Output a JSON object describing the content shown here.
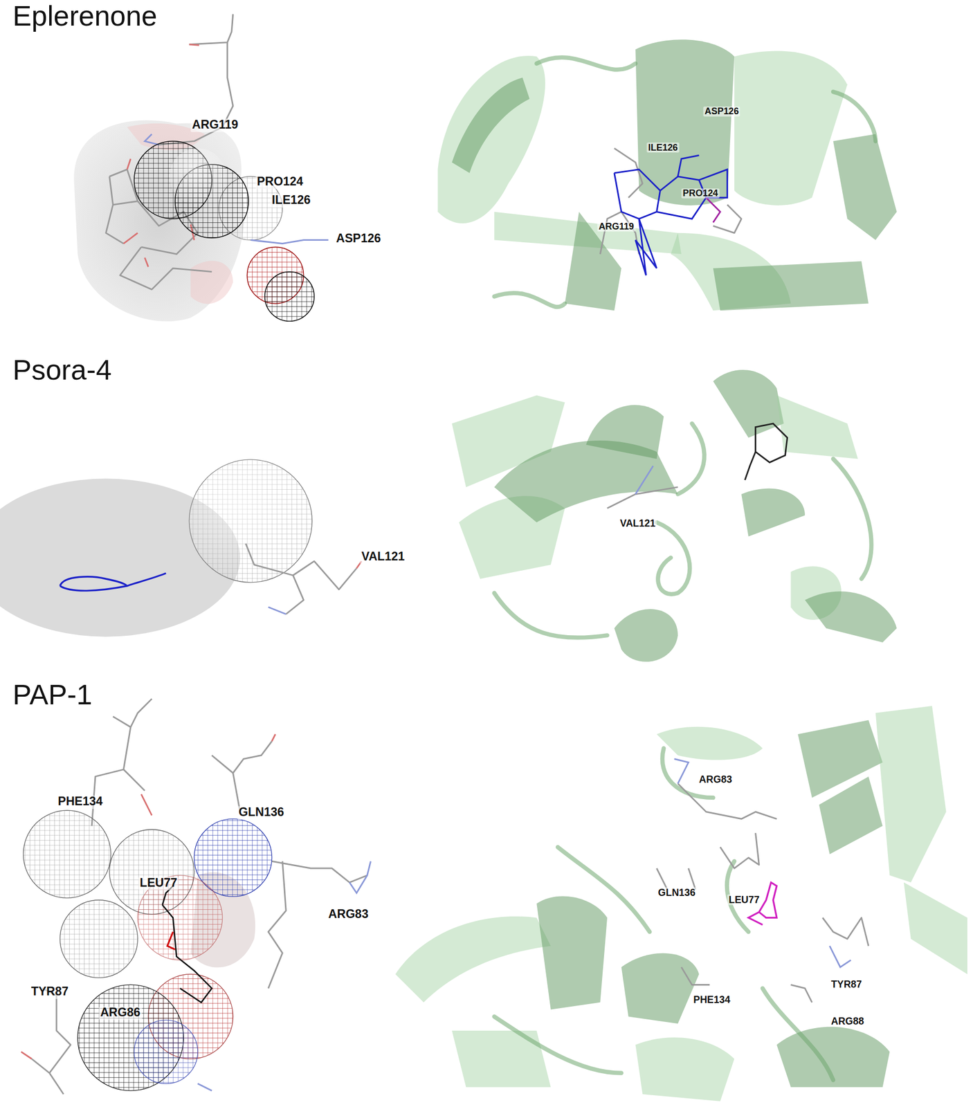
{
  "diagram": {
    "labels": [
      "Eplerenone",
      "ARG119",
      "PRO124",
      "ILE126",
      "ASP126",
      "ASP126",
      "ILE126",
      "PRO124",
      "ARG119",
      "Psora-4",
      "VAL121",
      "VAL121",
      "PAP-1",
      "PHE134",
      "GLN136",
      "LEU77",
      "ARG83",
      "TYR87",
      "ARG86",
      "ARG83",
      "GLN136",
      "LEU77",
      "TYR87",
      "PHE134",
      "ARG88"
    ]
  }
}
